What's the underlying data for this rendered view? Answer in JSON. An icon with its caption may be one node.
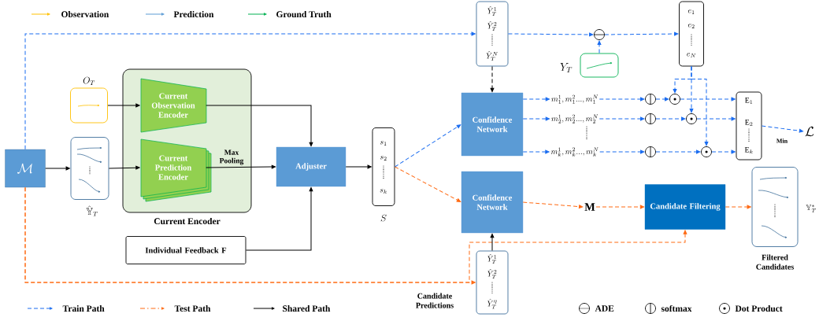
{
  "diagram": {
    "nodes": [
      {
        "text": [
          "\\mathcal{M}"
        ]
      },
      {
        "text": [],
        "shape": "box",
        "beside": [
          "O_T"
        ]
      },
      {
        "text": [],
        "shape": "box",
        "beside": [
          "\\hat{\\mathbb{Y}}_T"
        ]
      },
      {
        "text": [
          "Current Encoder"
        ]
      },
      {
        "text": [
          "Current Observation Encoder"
        ],
        "in": 3
      },
      {
        "text": [
          "Current Prediction Encoder"
        ],
        "in": 3
      },
      {
        "text": [
          "Adjuster"
        ]
      },
      {
        "text": [
          "Individual Feedback F"
        ]
      },
      {
        "text": [
          "s_1",
          "s_2",
          "s_k"
        ],
        "beside": [
          "S"
        ]
      },
      {
        "text": [
          "\\hat{Y}_T^1",
          "\\hat{Y}_T^2",
          "\\hat{Y}_T^N"
        ]
      },
      {
        "text": [
          "Confidence Network"
        ]
      },
      {
        "text": [
          "Confidence Network"
        ]
      },
      {
        "text": [
          "\\hat{Y}_T^1",
          "\\hat{Y}_T^2",
          "\\hat{Y}_T^{\\eta}"
        ],
        "beside": [
          "Candidate Predictions"
        ]
      },
      {
        "text": [],
        "shape": "circle"
      },
      {
        "text": [],
        "shape": "box",
        "beside": [
          "Y_T"
        ]
      },
      {
        "text": [
          "e_1",
          "e_2",
          "e_N"
        ]
      },
      {
        "text": [
          "m_1^1, m_1^2..., m_1^N"
        ]
      },
      {
        "text": [
          "m_2^1, m_2^2..., m_2^N"
        ]
      },
      {
        "text": [
          "m_k^1, m_k^2..., m_k^N"
        ]
      },
      {
        "text": [],
        "shape": "circle"
      },
      {
        "text": [],
        "shape": "circle"
      },
      {
        "text": [],
        "shape": "circle"
      },
      {
        "text": [],
        "shape": "circle"
      },
      {
        "text": [],
        "shape": "circle"
      },
      {
        "text": [],
        "shape": "circle"
      },
      {
        "text": [
          "\\mathrm{E}_1",
          "\\mathrm{E}_2",
          "\\mathrm{E}_k"
        ]
      },
      {
        "text": [
          "\\mathcal{L}"
        ]
      },
      {
        "text": [
          "\\mathbf{M}"
        ]
      },
      {
        "text": [
          "Candidate Filtering"
        ]
      },
      {
        "text": [],
        "shape": "box",
        "beside": [
          "\\mathbb{Y}_T^*",
          "Filtered Candidates"
        ]
      }
    ],
    "edges": [
      {
        "from": 0,
        "to": 2,
        "arrow": "to",
        "color": "#000000"
      },
      {
        "from": 1,
        "to": 4,
        "arrow": "to",
        "color": "#000000"
      },
      {
        "from": 2,
        "to": 5,
        "arrow": "to",
        "color": "#000000"
      },
      {
        "from": 4,
        "to": 6,
        "arrow": "to",
        "color": "#000000"
      },
      {
        "from": 5,
        "to": 6,
        "arrow": "to",
        "color": "#000000",
        "label": "Max Pooling"
      },
      {
        "from": 7,
        "to": 6,
        "arrow": "to",
        "color": "#000000"
      },
      {
        "from": 6,
        "to": 8,
        "arrow": "to",
        "color": "#000000"
      },
      {
        "from": 8,
        "to": 10,
        "arrow": "to",
        "style": "dashed"
      },
      {
        "from": 8,
        "to": 11,
        "arrow": "to",
        "style": "dashed",
        "color": "#ff6a13"
      },
      {
        "from": 0,
        "to": 9,
        "arrow": "to",
        "style": "dashed"
      },
      {
        "from": 9,
        "to": 13,
        "arrow": "to",
        "style": "dashed"
      },
      {
        "from": 14,
        "to": 13,
        "arrow": "to",
        "style": "dashed"
      },
      {
        "from": 13,
        "to": 15,
        "arrow": "to",
        "style": "dashed"
      },
      {
        "from": 9,
        "to": 10,
        "arrow": "to",
        "style": "dashed",
        "color": "#000000"
      },
      {
        "from": 10,
        "to": 16,
        "arrow": "to",
        "style": "dashed"
      },
      {
        "from": 10,
        "to": 17,
        "arrow": "to",
        "style": "dashed"
      },
      {
        "from": 10,
        "to": 18,
        "arrow": "to",
        "style": "dashed"
      },
      {
        "from": 16,
        "to": 19,
        "arrow": "to",
        "style": "dashed"
      },
      {
        "from": 17,
        "to": 20,
        "arrow": "to",
        "style": "dashed"
      },
      {
        "from": 18,
        "to": 21,
        "arrow": "to",
        "style": "dashed"
      },
      {
        "from": 19,
        "to": 22,
        "arrow": "to",
        "style": "dashed"
      },
      {
        "from": 20,
        "to": 23,
        "arrow": "to",
        "style": "dashed"
      },
      {
        "from": 21,
        "to": 24,
        "arrow": "to",
        "style": "dashed"
      },
      {
        "from": 15,
        "to": 22,
        "arrow": "to",
        "style": "dashed"
      },
      {
        "from": 15,
        "to": 23,
        "arrow": "to",
        "style": "dashed"
      },
      {
        "from": 15,
        "to": 24,
        "arrow": "to",
        "style": "dashed"
      },
      {
        "from": 22,
        "to": 25,
        "arrow": "to",
        "style": "dashed"
      },
      {
        "from": 23,
        "to": 25,
        "arrow": "to",
        "style": "dashed"
      },
      {
        "from": 24,
        "to": 25,
        "arrow": "to",
        "style": "dashed"
      },
      {
        "from": 25,
        "to": 26,
        "arrow": "to",
        "style": "dashed",
        "label": "Min"
      },
      {
        "from": 0,
        "to": 12,
        "arrow": "to",
        "style": "dashed",
        "color": "#ff6a13"
      },
      {
        "from": 0,
        "to": 28,
        "arrow": "to",
        "style": "dashed",
        "color": "#ff6a13"
      },
      {
        "from": 12,
        "to": 11,
        "arrow": "to",
        "color": "#000000"
      },
      {
        "from": 11,
        "to": 27,
        "arrow": "to",
        "style": "dashed",
        "color": "#ff6a13"
      },
      {
        "from": 27,
        "to": 28,
        "arrow": "to",
        "style": "dashed",
        "color": "#ff6a13"
      },
      {
        "from": 28,
        "to": 29,
        "arrow": "to",
        "style": "dashed",
        "color": "#ff6a13"
      }
    ],
    "legend": [
      {
        "text": "Observation"
      },
      {
        "text": "Prediction"
      },
      {
        "text": "Ground Truth"
      },
      {
        "text": "Train Path"
      },
      {
        "text": "Test Path"
      },
      {
        "text": "Shared Path"
      },
      {
        "text": "ADE"
      },
      {
        "text": "softmax"
      },
      {
        "text": "Dot Product"
      }
    ]
  }
}
